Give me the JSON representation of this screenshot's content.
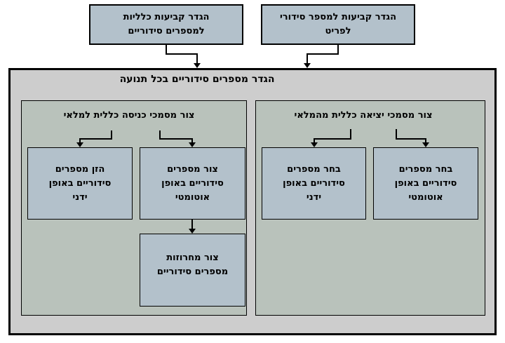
{
  "flowchart": {
    "external_nodes": {
      "general_settings": {
        "lines": [
          "הגדר קביעות כלליות",
          "למספרים סידוריים"
        ]
      },
      "item_settings": {
        "lines": [
          "הגדר קביעות למספר סידורי",
          "לפריט"
        ]
      }
    },
    "container": {
      "title": "הגדר מספרים סידוריים בכל תנועה",
      "receipt_section": {
        "title": "צור מסמכי כניסה כללית למלאי",
        "nodes": {
          "enter_manual": {
            "lines": [
              "הזן מספרים",
              "סידוריים באופן",
              "ידני"
            ]
          },
          "create_auto": {
            "lines": [
              "צור מספרים",
              "סידוריים באופן",
              "אוטומטי"
            ]
          },
          "create_strings": {
            "lines": [
              "צור מחרוזות",
              "מספרים סידוריים"
            ]
          }
        }
      },
      "issue_section": {
        "title": "צור מסמכי יציאה כללית מהמלאי",
        "nodes": {
          "select_manual": {
            "lines": [
              "בחר מספרים",
              "סידוריים באופן",
              "ידני"
            ]
          },
          "select_auto": {
            "lines": [
              "בחר מספרים",
              "סידוריים באופן",
              "אוטומטי"
            ]
          }
        }
      }
    },
    "colors": {
      "node_fill": "#b3c1cb",
      "section_fill": "#b9c2bb",
      "container_fill": "#cdcdcd",
      "line": "#000000",
      "text": "#000000",
      "page_background": "#ffffff"
    }
  }
}
